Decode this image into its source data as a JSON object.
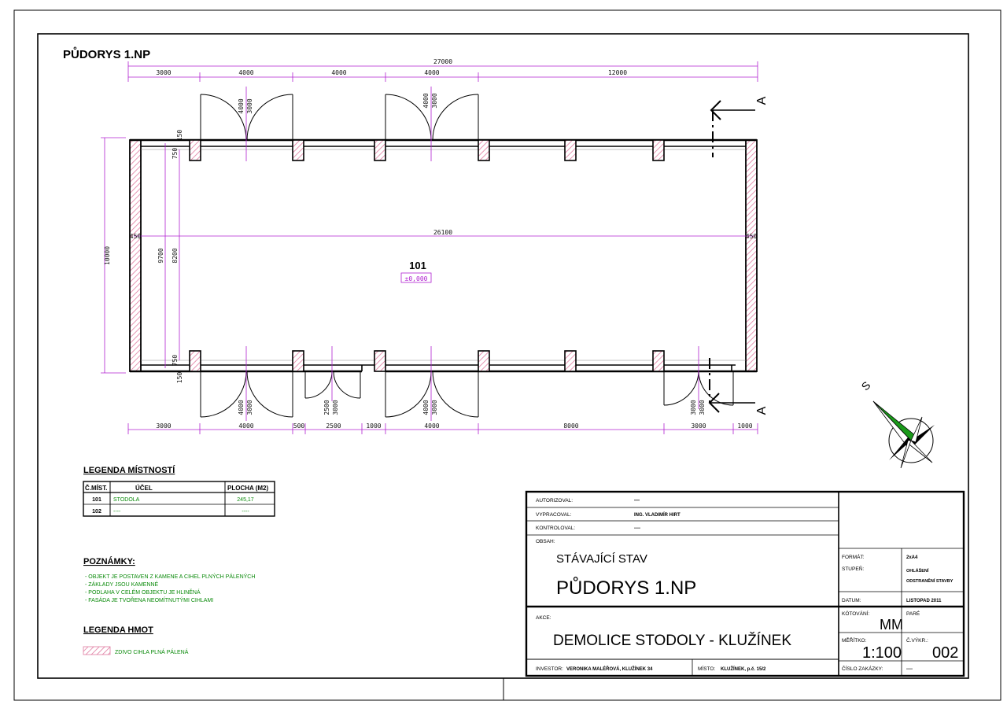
{
  "sheet": {
    "title": "PŮDORYS 1.NP"
  },
  "dimensions": {
    "overall_top": "27000",
    "top_segments": [
      "3000",
      "4000",
      "4000",
      "4000",
      "12000"
    ],
    "bottom_segments": [
      "3000",
      "4000",
      "500",
      "2500",
      "1000",
      "4000",
      "8000",
      "3000",
      "1000"
    ],
    "door_top_1": [
      "4000",
      "3000"
    ],
    "door_top_2": [
      "4000",
      "3000"
    ],
    "door_bot_1": [
      "4000",
      "3000"
    ],
    "door_bot_2": [
      "2500",
      "3000"
    ],
    "door_bot_3": [
      "4000",
      "3000"
    ],
    "door_bot_4": [
      "3000",
      "3000"
    ],
    "left_outer": "10000",
    "left_inner": "9700",
    "left_inner2": "8200",
    "left_top_a": "150",
    "left_top_b": "750",
    "left_bot_a": "750",
    "left_bot_b": "150",
    "interior_length": "26100",
    "wall_left": "450",
    "wall_right": "450"
  },
  "room": {
    "number": "101",
    "level": "±0,000"
  },
  "section": {
    "label_top": "A",
    "label_bottom": "A"
  },
  "north_arrow": {
    "label": "S"
  },
  "legend_rooms": {
    "heading": "LEGENDA MÍSTNOSTÍ",
    "columns": [
      "Č.MÍST.",
      "ÚČEL",
      "PLOCHA (M2)"
    ],
    "rows": [
      [
        "101",
        "STODOLA",
        "245,17"
      ],
      [
        "102",
        "----",
        "----"
      ]
    ]
  },
  "notes": {
    "heading": "POZNÁMKY:",
    "items": [
      "- OBJEKT JE POSTAVEN Z KAMENE A CIHEL PLNÝCH PÁLENÝCH",
      "- ZÁKLADY JSOU KAMENNÉ",
      "- PODLAHA V CELÉM OBJEKTU JE HLINĚNÁ",
      "- FASÁDA JE TVOŘENA NEOMÍTNUTÝMI CIHLAMI"
    ]
  },
  "legend_materials": {
    "heading": "LEGENDA HMOT",
    "item": "ZDIVO CIHLA PLNÁ PÁLENÁ"
  },
  "title_block": {
    "autorizoval_label": "AUTORIZOVAL:",
    "autorizoval_value": "—",
    "vypracoval_label": "VYPRACOVAL:",
    "vypracoval_value": "ING. VLADIMÍR HIRT",
    "kontroloval_label": "KONTROLOVAL:",
    "kontroloval_value": "----",
    "obsah_label": "OBSAH:",
    "obsah_line1": "STÁVAJÍCÍ STAV",
    "obsah_line2": "PŮDORYS 1.NP",
    "akce_label": "AKCE:",
    "akce_value": "DEMOLICE STODOLY - KLUŽÍNEK",
    "investor_label": "INVESTOR:",
    "investor_value": "VERONIKA MALÉŘOVÁ, KLUŽÍNEK 34",
    "misto_label": "MÍSTO:",
    "misto_value": "KLUŽÍNEK, p.č. 15/2",
    "format_label": "FORMÁT:",
    "format_value": "2xA4",
    "stupen_label": "STUPEŇ:",
    "stupen_value_1": "OHLÁŠENÍ",
    "stupen_value_2": "ODSTRANĚNÍ STAVBY",
    "datum_label": "DATUM:",
    "datum_value": "LISTOPAD 2011",
    "kotovani_label": "KÓTOVÁNÍ:",
    "kotovani_value": "MM",
    "pare_label": "PARÉ",
    "meritko_label": "MĚŘÍTKO:",
    "meritko_value": "1:100",
    "cvykr_label": "Č.VÝKR.:",
    "cvykr_value": "002",
    "cislo_label": "ČÍSLO ZAKÁZKY:",
    "cislo_value": "----"
  },
  "colors": {
    "wall_hatch": "#e890b0",
    "dimension": "#b020d0",
    "note_text": "#0a8a0a",
    "compass_green": "#1a9a1a"
  }
}
